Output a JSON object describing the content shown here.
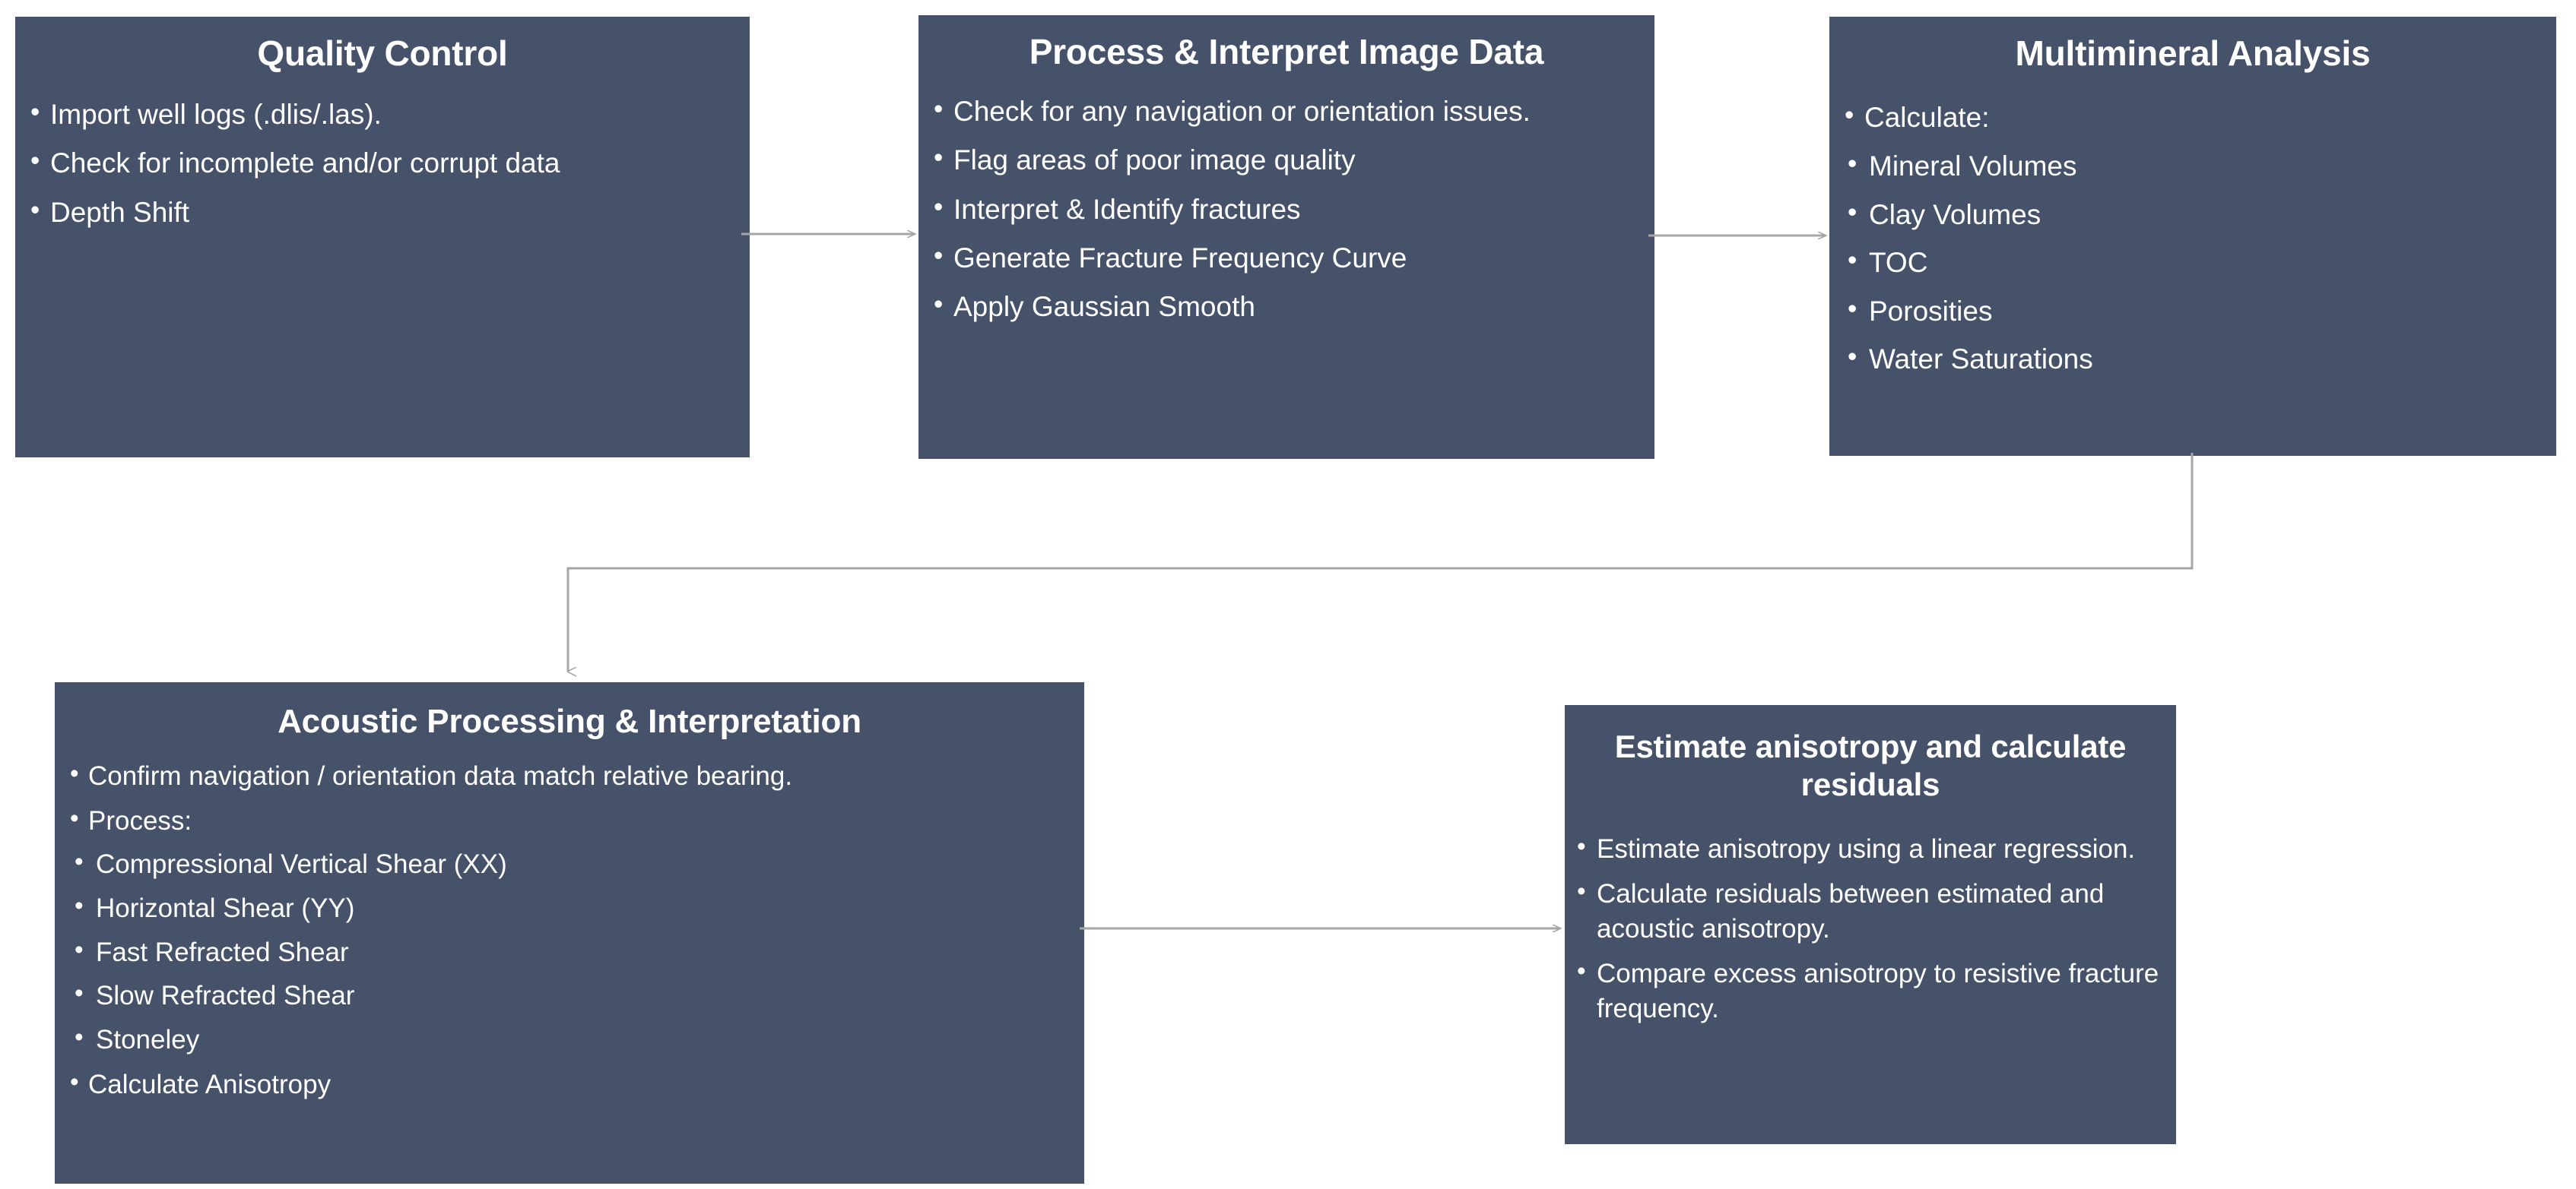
{
  "diagram": {
    "type": "flowchart",
    "orientation": "left-to-right, wrapping",
    "accent_color": "#455269",
    "text_color": "#ffffff",
    "background_color": "#ffffff",
    "connector_color": "#a6a6a6",
    "nodes": [
      {
        "id": "quality-control",
        "title": "Quality Control",
        "bullets": [
          {
            "level": 1,
            "text": "Import well logs (.dlis/.las)."
          },
          {
            "level": 1,
            "text": "Check for incomplete and/or corrupt data"
          },
          {
            "level": 1,
            "text": "Depth Shift"
          }
        ]
      },
      {
        "id": "process-image",
        "title": "Process & Interpret Image Data",
        "bullets": [
          {
            "level": 1,
            "text": "Check for any navigation or orientation issues."
          },
          {
            "level": 1,
            "text": "Flag areas of poor image quality"
          },
          {
            "level": 1,
            "text": "Interpret & Identify fractures"
          },
          {
            "level": 1,
            "text": "Generate Fracture Frequency Curve"
          },
          {
            "level": 1,
            "text": "Apply Gaussian Smooth"
          }
        ]
      },
      {
        "id": "multimineral",
        "title": "Multimineral Analysis",
        "bullets": [
          {
            "level": 1,
            "text": "Calculate:"
          },
          {
            "level": 2,
            "text": "Mineral Volumes"
          },
          {
            "level": 2,
            "text": "Clay Volumes"
          },
          {
            "level": 2,
            "text": "TOC"
          },
          {
            "level": 2,
            "text": "Porosities"
          },
          {
            "level": 2,
            "text": "Water Saturations"
          }
        ]
      },
      {
        "id": "acoustic",
        "title": "Acoustic Processing & Interpretation",
        "bullets": [
          {
            "level": 1,
            "text": "Confirm navigation / orientation data match relative bearing."
          },
          {
            "level": 1,
            "text": "Process:"
          },
          {
            "level": 2,
            "text": "Compressional Vertical Shear (XX)"
          },
          {
            "level": 2,
            "text": "Horizontal Shear (YY)"
          },
          {
            "level": 2,
            "text": "Fast Refracted Shear"
          },
          {
            "level": 2,
            "text": "Slow Refracted Shear"
          },
          {
            "level": 2,
            "text": "Stoneley"
          },
          {
            "level": 1,
            "text": "Calculate Anisotropy"
          }
        ]
      },
      {
        "id": "estimate",
        "title": "Estimate anisotropy and calculate residuals",
        "bullets": [
          {
            "level": 1,
            "text": "Estimate anisotropy using a linear regression."
          },
          {
            "level": 1,
            "text": "Calculate residuals between estimated and acoustic anisotropy."
          },
          {
            "level": 1,
            "text": "Compare excess anisotropy to resistive fracture frequency."
          }
        ]
      }
    ],
    "connectors": [
      {
        "id": "conn-1-2",
        "from": "quality-control",
        "to": "process-image",
        "shape": "straight-right-arrow"
      },
      {
        "id": "conn-2-3",
        "from": "process-image",
        "to": "multimineral",
        "shape": "straight-right-arrow"
      },
      {
        "id": "conn-3-4",
        "from": "multimineral",
        "to": "acoustic",
        "shape": "elbow-down-left-down-arrow"
      },
      {
        "id": "conn-4-5",
        "from": "acoustic",
        "to": "estimate",
        "shape": "straight-right-arrow"
      }
    ]
  },
  "nodes": {
    "quality_control": {
      "title": "Quality Control",
      "b0": "Import well logs (.dlis/.las).",
      "b1": "Check for incomplete and/or corrupt data",
      "b2": "Depth Shift"
    },
    "process_image": {
      "title": "Process & Interpret Image Data",
      "b0": "Check for any navigation or orientation issues.",
      "b1": "Flag areas of poor image quality",
      "b2": "Interpret & Identify fractures",
      "b3": "Generate Fracture Frequency Curve",
      "b4": "Apply Gaussian Smooth"
    },
    "multimineral": {
      "title": "Multimineral Analysis",
      "b0": "Calculate:",
      "s0": "Mineral Volumes",
      "s1": "Clay Volumes",
      "s2": "TOC",
      "s3": "Porosities",
      "s4": "Water Saturations"
    },
    "acoustic": {
      "title": "Acoustic Processing & Interpretation",
      "b0": "Confirm navigation / orientation data match relative bearing.",
      "b1": "Process:",
      "s0": "Compressional Vertical Shear (XX)",
      "s1": "Horizontal Shear (YY)",
      "s2": "Fast Refracted Shear",
      "s3": "Slow Refracted Shear",
      "s4": "Stoneley",
      "b2": "Calculate Anisotropy"
    },
    "estimate": {
      "title": "Estimate anisotropy and calculate residuals",
      "b0": "Estimate anisotropy using a linear regression.",
      "b1": "Calculate residuals between estimated and acoustic anisotropy.",
      "b2": "Compare excess anisotropy to resistive fracture frequency."
    }
  }
}
